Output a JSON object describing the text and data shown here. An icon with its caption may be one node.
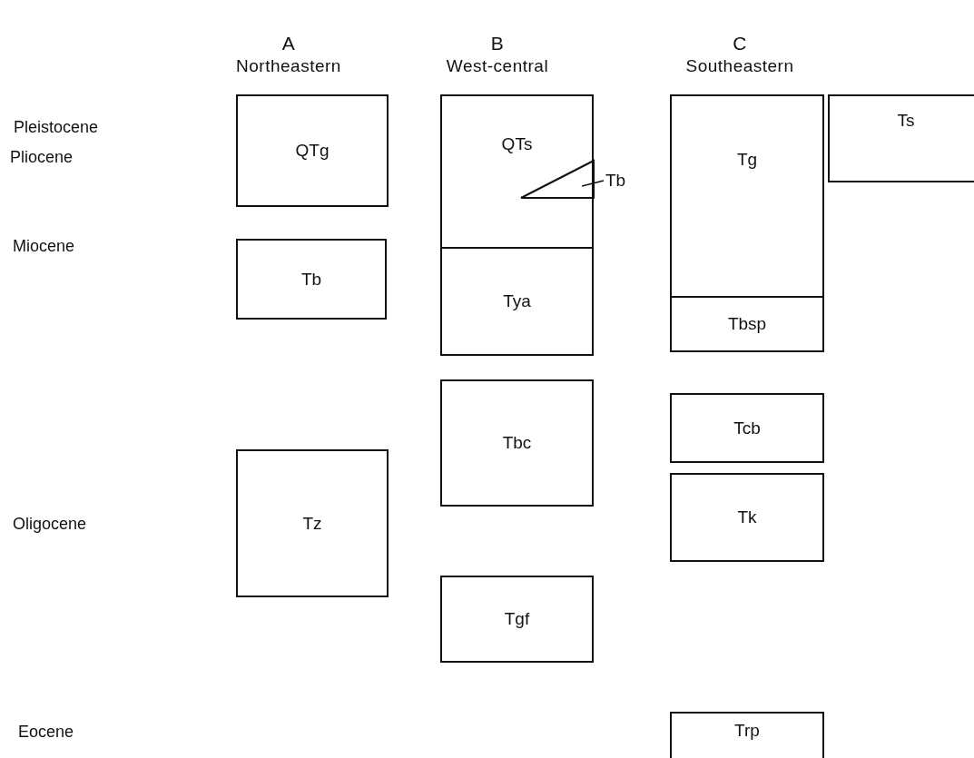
{
  "diagram": {
    "nodes": [
      {
        "text": [
          "QTg"
        ]
      },
      {
        "text": [
          "QTs"
        ]
      },
      {
        "text": [],
        "shape": "triangle",
        "in": 1
      },
      {
        "text": [
          "Tb"
        ]
      },
      {
        "text": [
          "Tg"
        ]
      },
      {
        "text": [
          "Ts"
        ]
      },
      {
        "text": [
          "Tb"
        ]
      },
      {
        "text": [
          "Tya"
        ]
      },
      {
        "text": [
          "Tbsp"
        ]
      },
      {
        "text": [
          "Tbc"
        ]
      },
      {
        "text": [
          "Tcb"
        ]
      },
      {
        "text": [
          "Tz"
        ]
      },
      {
        "text": [
          "Tk"
        ]
      },
      {
        "text": [
          "Tgf"
        ]
      },
      {
        "text": [
          "Trp"
        ]
      }
    ],
    "edges": [
      {
        "from": 3,
        "to": 2,
        "arrow": "none"
      }
    ],
    "labels": [
      "A",
      "Northeastern",
      "B",
      "West-central",
      "C",
      "Southeastern",
      "Pleistocene",
      "Pliocene",
      "Miocene",
      "Oligocene",
      "Eocene"
    ]
  }
}
